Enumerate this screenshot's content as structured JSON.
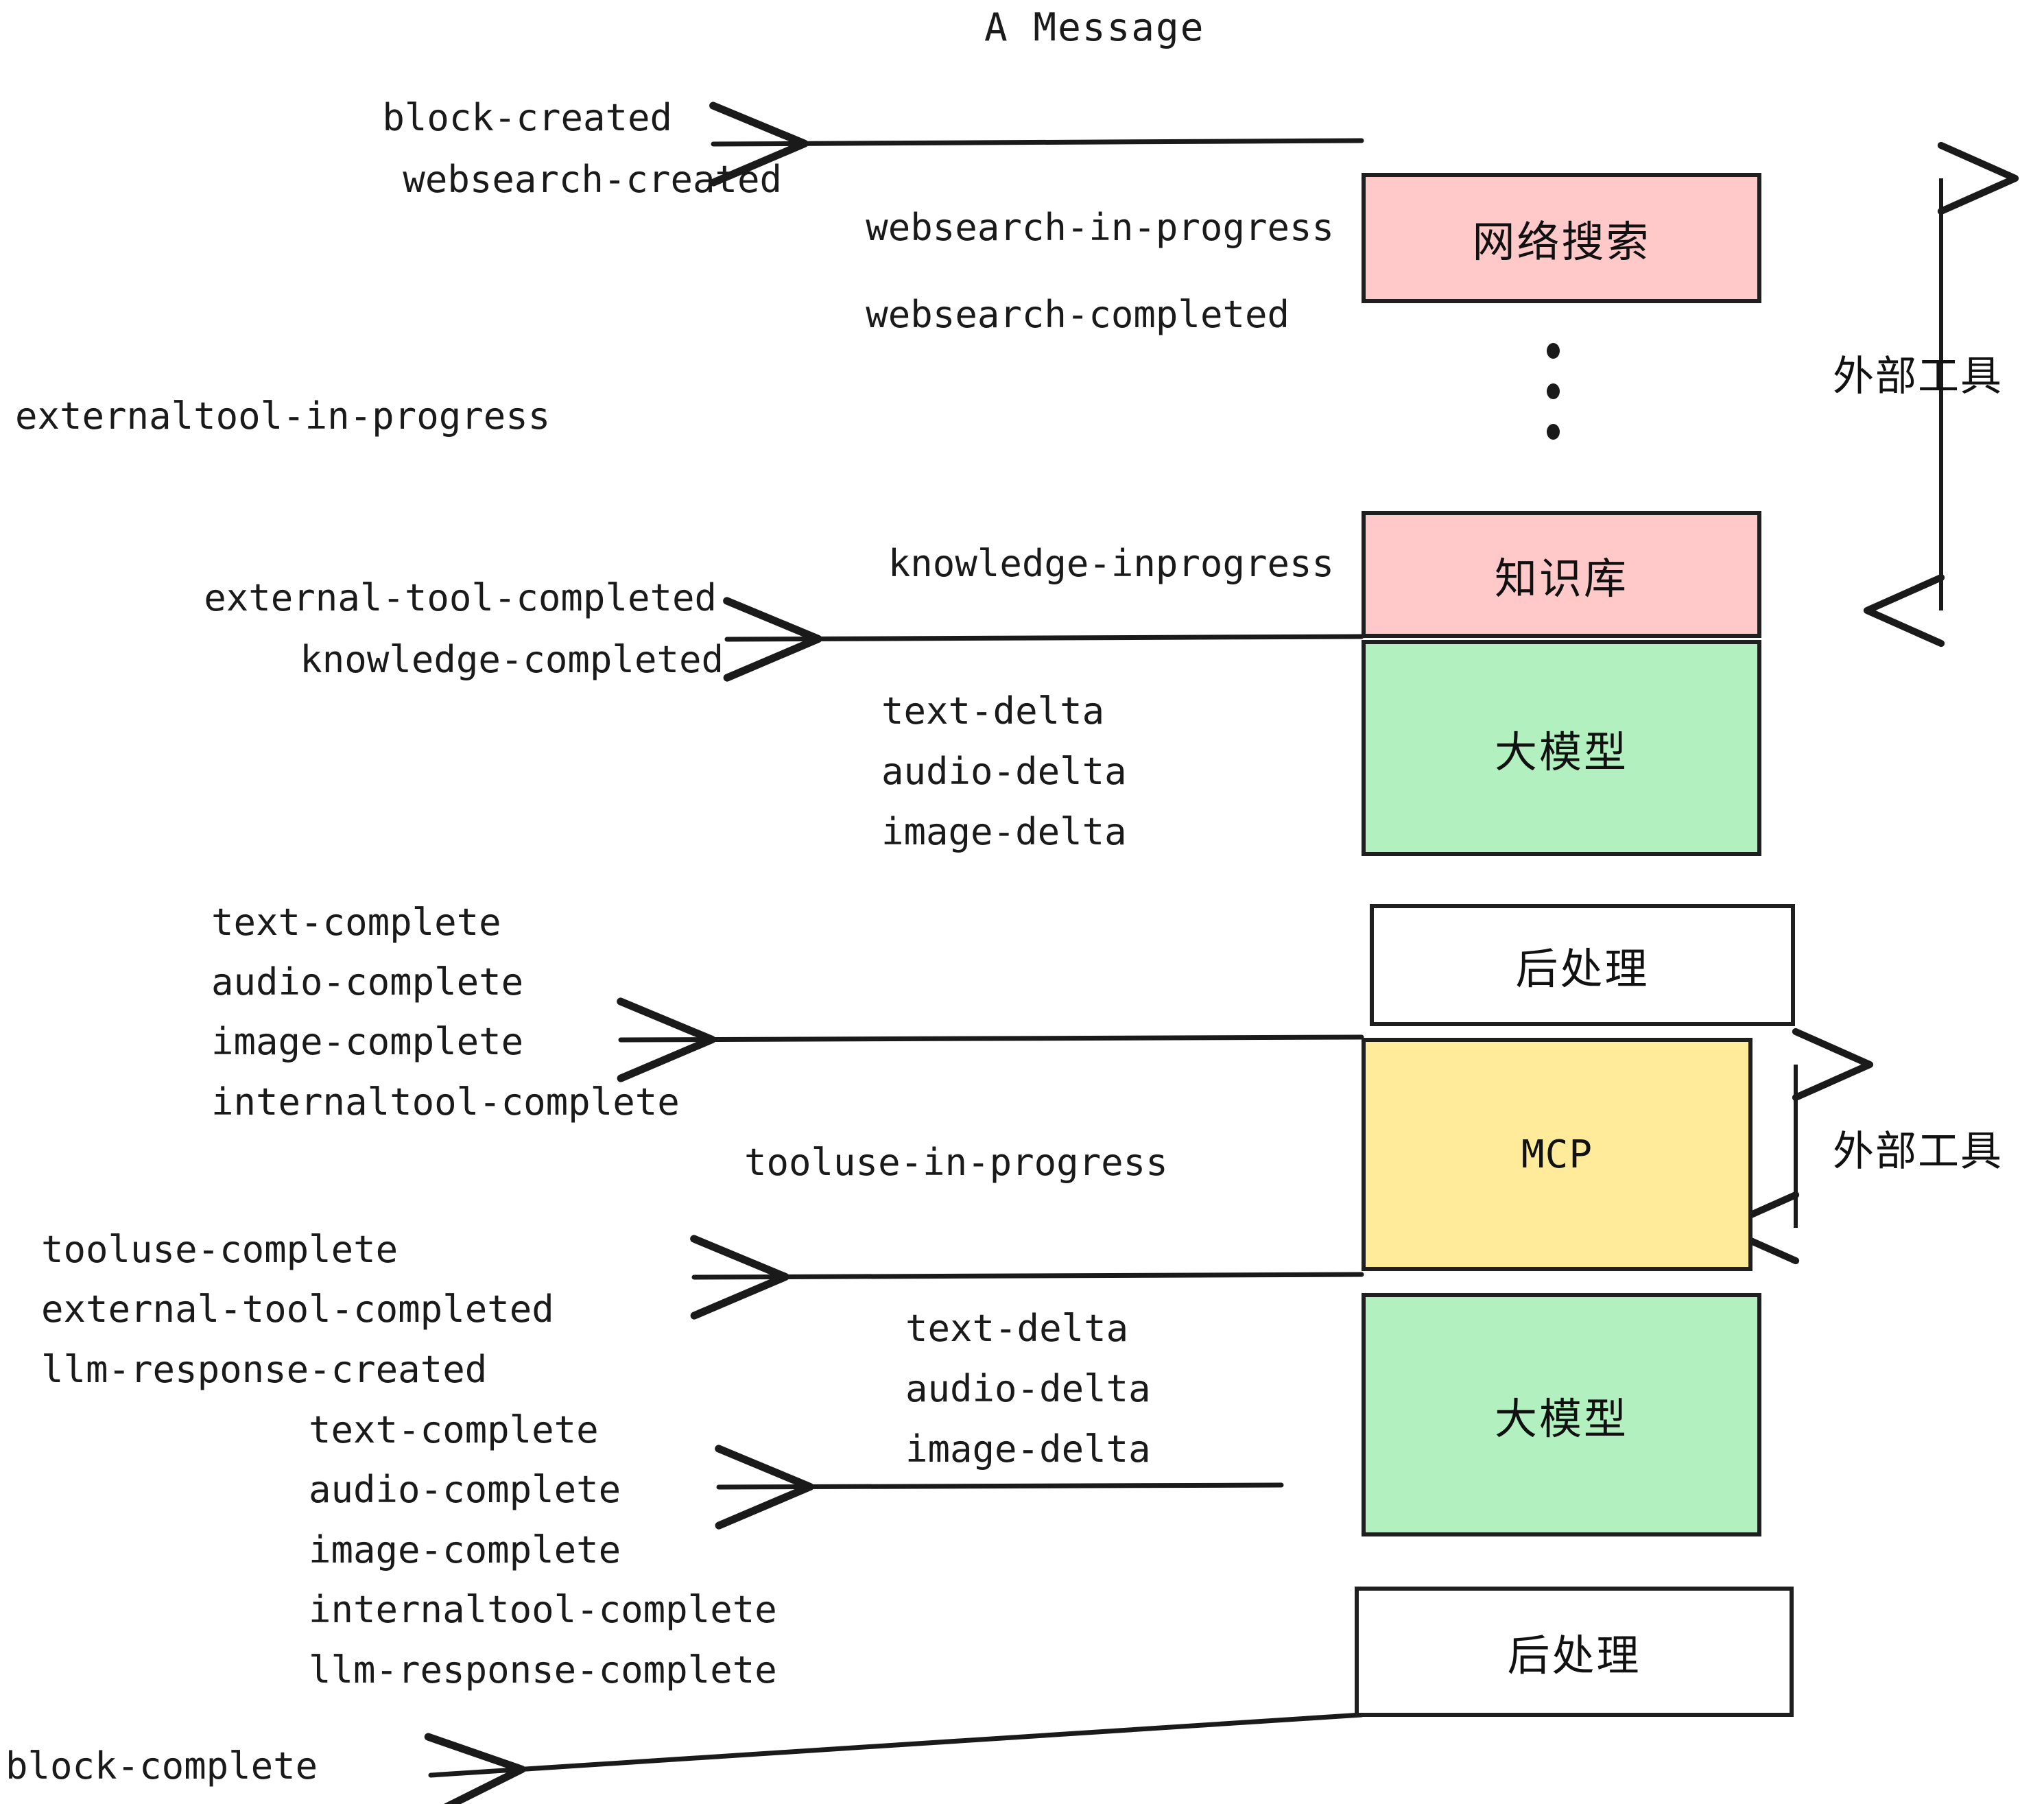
{
  "title": "A Message",
  "colors": {
    "pink": "#FFC9C9",
    "green": "#B2F0BF",
    "yellow": "#FFEB99",
    "white": "#FFFFFF",
    "stroke": "#1F1F1F",
    "text": "#1A1A1A"
  },
  "boxes": [
    {
      "id": "websearch",
      "label": "网络搜索",
      "fill": "#FFC9C9"
    },
    {
      "id": "knowledge",
      "label": "知识库",
      "fill": "#FFC9C9"
    },
    {
      "id": "llm-top",
      "label": "大模型",
      "fill": "#B2F0BF"
    },
    {
      "id": "post-top",
      "label": "后处理",
      "fill": "#FFFFFF"
    },
    {
      "id": "mcp",
      "label": "MCP",
      "fill": "#FFEB99"
    },
    {
      "id": "llm-bottom",
      "label": "大模型",
      "fill": "#B2F0BF"
    },
    {
      "id": "post-bottom",
      "label": "后处理",
      "fill": "#FFFFFF"
    }
  ],
  "side_labels": [
    {
      "id": "external-tool-top",
      "label": "外部工具"
    },
    {
      "id": "external-tool-bottom",
      "label": "外部工具"
    }
  ],
  "events": {
    "block_created": "block-created",
    "websearch_created": "websearch-created",
    "websearch_in_progress": "websearch-in-progress",
    "websearch_completed": "websearch-completed",
    "externaltool_in_progress": "externaltool-in-progress",
    "knowledge_inprogress": "knowledge-inprogress",
    "external_tool_completed_1": "external-tool-completed",
    "knowledge_completed": "knowledge-completed",
    "text_delta_1": "text-delta",
    "audio_delta_1": "audio-delta",
    "image_delta_1": "image-delta",
    "text_complete_1": "text-complete",
    "audio_complete_1": "audio-complete",
    "image_complete_1": "image-complete",
    "internaltool_complete_1": "internaltool-complete",
    "tooluse_in_progress": "tooluse-in-progress",
    "tooluse_complete": "tooluse-complete",
    "external_tool_completed_2": "external-tool-completed",
    "llm_response_created": "llm-response-created",
    "text_delta_2": "text-delta",
    "audio_delta_2": "audio-delta",
    "image_delta_2": "image-delta",
    "text_complete_2": "text-complete",
    "audio_complete_2": "audio-complete",
    "image_complete_2": "image-complete",
    "internaltool_complete_2": "internaltool-complete",
    "llm_response_complete": "llm-response-complete",
    "block_complete": "block-complete"
  }
}
